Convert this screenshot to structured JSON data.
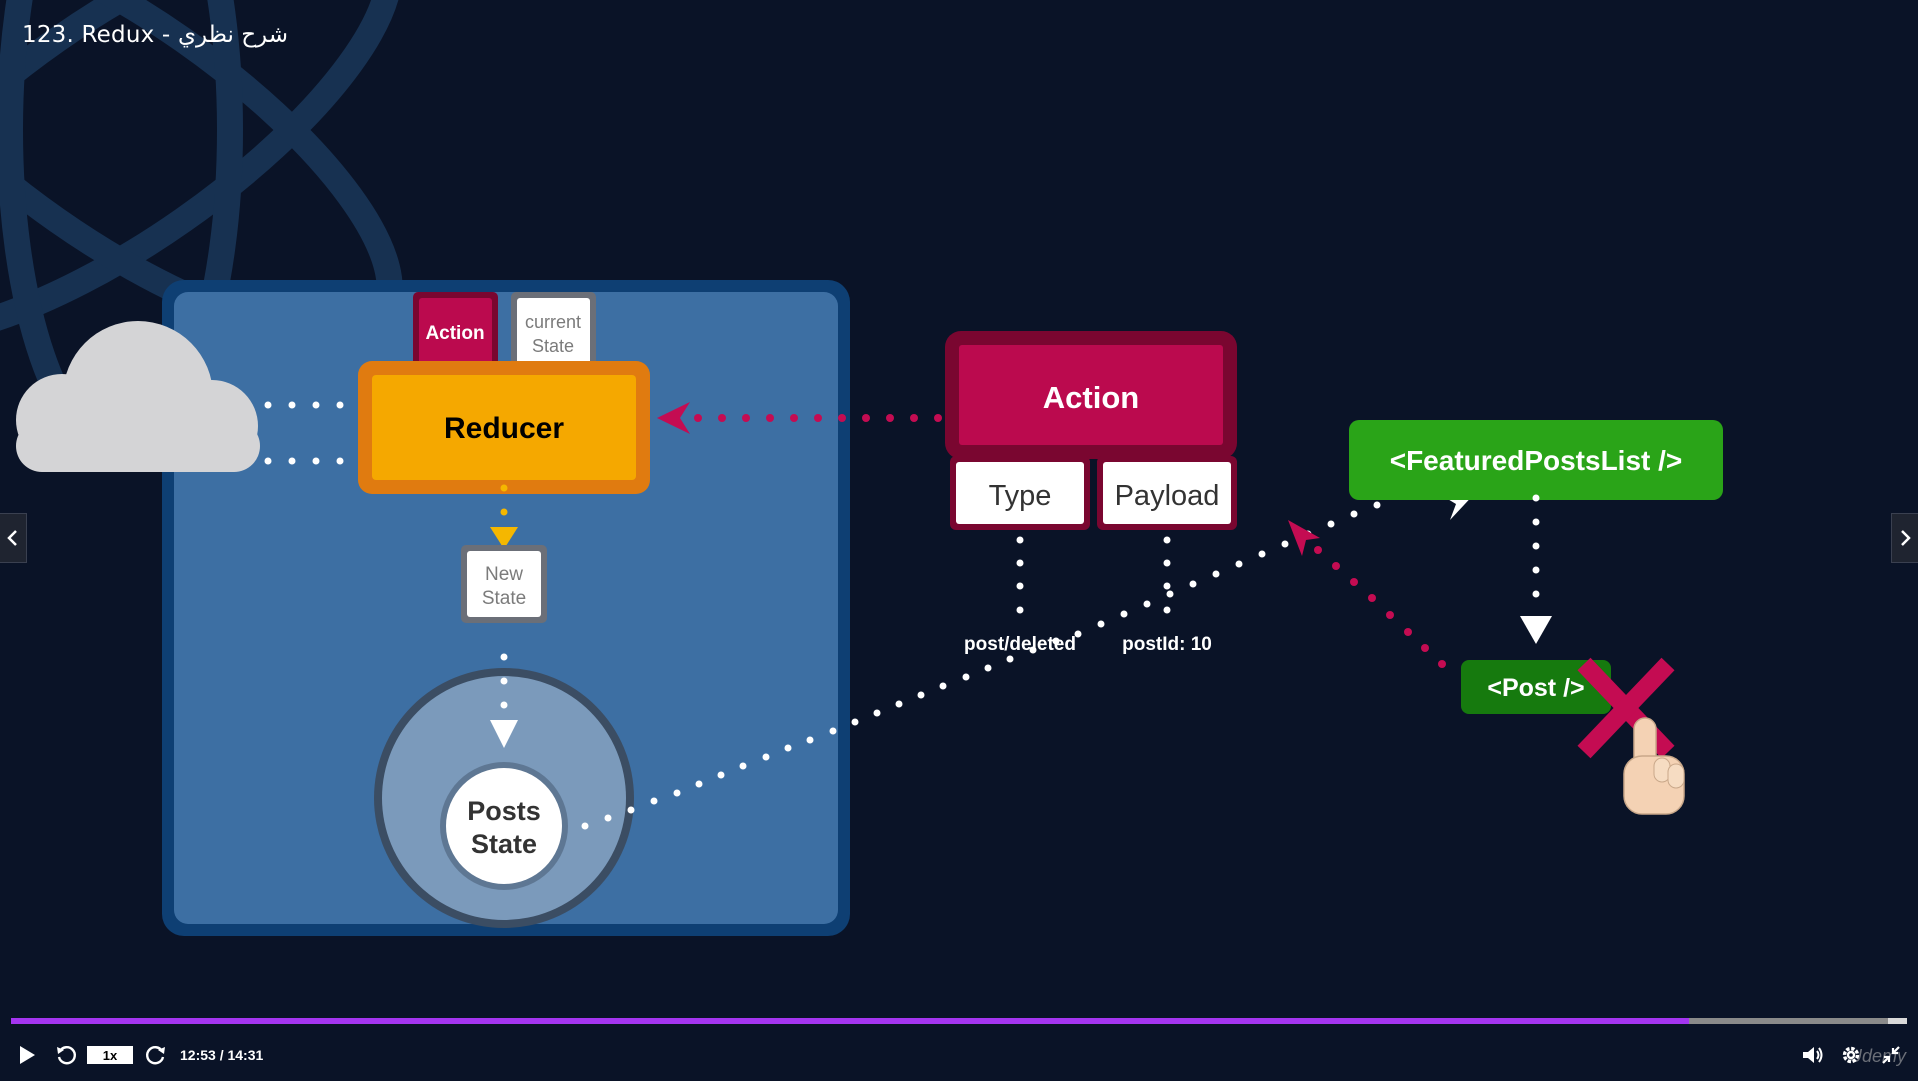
{
  "window": {
    "title": "123. Redux - شرح نظري"
  },
  "diagram": {
    "reducer_label": "Reducer",
    "reducer_input_action": "Action",
    "reducer_input_state_line1": "current",
    "reducer_input_state_line2": "State",
    "new_state_line1": "New",
    "new_state_line2": "State",
    "posts_state_line1": "Posts",
    "posts_state_line2": "State",
    "action_title": "Action",
    "action_type": "Type",
    "action_payload": "Payload",
    "type_value": "post/deleted",
    "payload_value": "postId: 10",
    "featured_component": "<FeaturedPostsList />",
    "post_component": "<Post />"
  },
  "player": {
    "speed": "1x",
    "time": "12:53 / 14:31",
    "progress": 0.885,
    "buffer_end": 0.99,
    "brand": "Udemy"
  },
  "colors": {
    "background": "#0a1327",
    "store_blue": "#3d6fa3",
    "reducer_orange": "#f5a800",
    "action_magenta": "#bb0a4e",
    "component_green": "#2aa418",
    "progress_purple": "#a435f0"
  }
}
